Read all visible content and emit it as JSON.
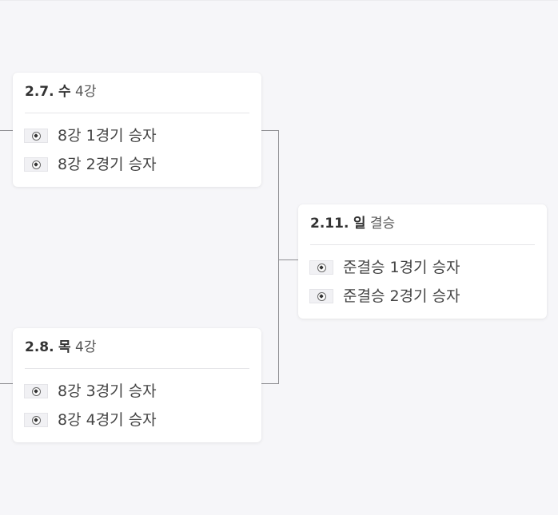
{
  "bracket": {
    "matches": [
      {
        "date": "2.7.",
        "day": "수",
        "round": "4강",
        "teams": [
          "8강 1경기 승자",
          "8강 2경기 승자"
        ]
      },
      {
        "date": "2.8.",
        "day": "목",
        "round": "4강",
        "teams": [
          "8강 3경기 승자",
          "8강 4경기 승자"
        ]
      },
      {
        "date": "2.11.",
        "day": "일",
        "round": "결승",
        "teams": [
          "준결승 1경기 승자",
          "준결승 2경기 승자"
        ]
      }
    ],
    "team_icon": "soccer-ball-icon",
    "colors": {
      "background": "#f6f6f9",
      "card": "#ffffff",
      "connector": "#8e8e92",
      "text": "#333333"
    }
  }
}
